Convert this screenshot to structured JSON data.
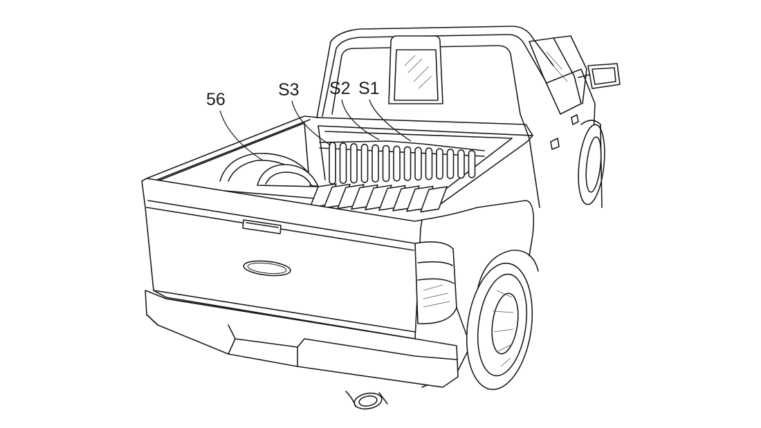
{
  "figure": {
    "labels": {
      "wheel_well": "56",
      "section_3": "S3",
      "section_2": "S2",
      "section_1": "S1"
    }
  }
}
